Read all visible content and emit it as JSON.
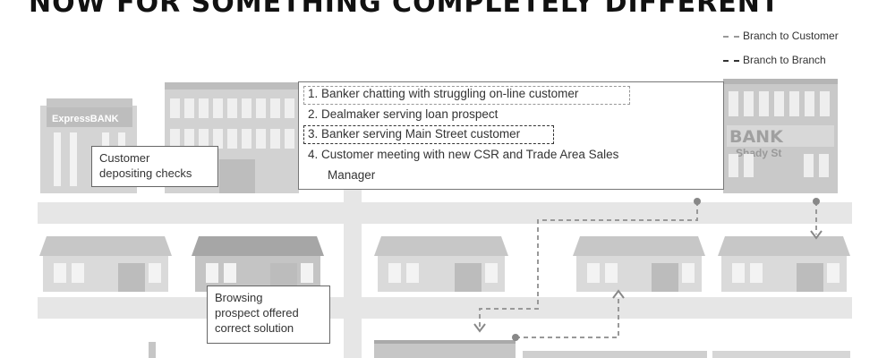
{
  "title": "NOW FOR SOMETHING COMPLETELY DIFFERENT",
  "legend": {
    "branch_to_customer": "Branch to Customer",
    "branch_to_branch": "Branch to Branch"
  },
  "list_items": [
    "1.  Banker chatting with struggling on-line customer",
    "2.  Dealmaker serving loan prospect",
    "3.  Banker serving Main Street customer",
    "4.  Customer meeting with new CSR and Trade Area Sales",
    "Manager"
  ],
  "signs": {
    "express_bank": "ExpressBANK",
    "bank": "BANK",
    "shady_st": "Shady St"
  },
  "callouts": {
    "customer_depositing": [
      "Customer",
      "depositing checks"
    ],
    "browsing_prospect": [
      "Browsing",
      "prospect offered",
      "correct solution"
    ]
  },
  "colors": {
    "road": "#e6e6e6",
    "building": "#cfcfcf",
    "building_dark": "#a9a9a9",
    "window": "#f2f2f2",
    "dash_customer": "#999999",
    "dash_branch": "#444444"
  }
}
